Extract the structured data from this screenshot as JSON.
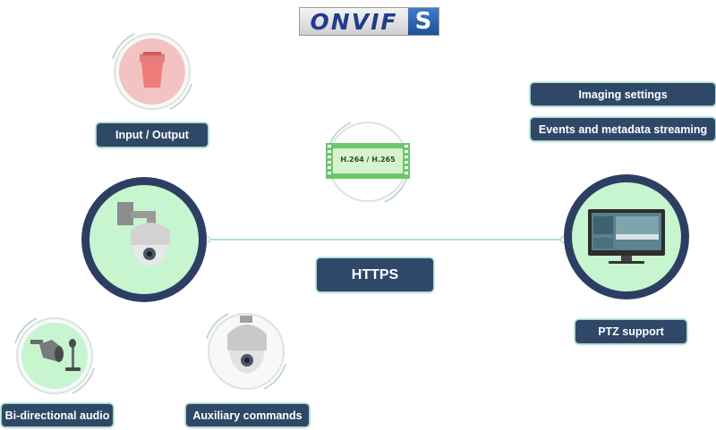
{
  "logo": {
    "main_text": "ONVIF",
    "badge_text": "S"
  },
  "codec_label": "H.264 / H.265",
  "center_label": "HTTPS",
  "features": {
    "input_output": "Input / Output",
    "imaging_settings": "Imaging settings",
    "events_metadata": "Events and metadata streaming",
    "ptz_support": "PTZ support",
    "bidirectional_audio": "Bi-directional audio",
    "auxiliary_commands": "Auxiliary commands"
  },
  "colors": {
    "navy": "#2f4868",
    "mint": "#c7f5cf",
    "ring": "#2c3f63",
    "accent_line": "#a8e8c0",
    "film_green": "#6cc76a"
  },
  "icons": {
    "io": "alarm-light-icon",
    "codec": "film-strip-icon",
    "camera_left": "ptz-dome-camera-icon",
    "monitor": "monitor-icon",
    "speaker": "speaker-microphone-icon",
    "camera_small": "dome-camera-icon"
  }
}
